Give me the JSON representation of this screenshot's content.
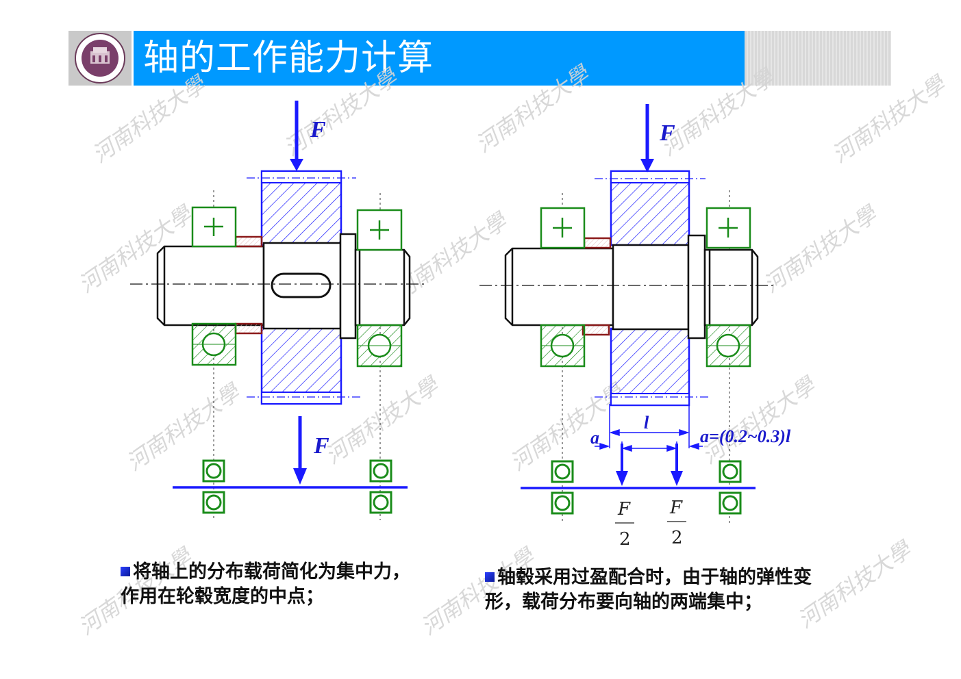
{
  "header": {
    "title": "轴的工作能力计算",
    "logo_icon": "university-seal-icon"
  },
  "watermark_text": "河南科技大學",
  "colors": {
    "title_bar": "#0099ff",
    "force": "#1a1aff",
    "bearing": "#1a8c1a",
    "hub": "#1a1aff",
    "shaft": "#111111",
    "seal": "#8b1a1a"
  },
  "left_figure": {
    "force_top_label": "F",
    "force_bottom_label": "F"
  },
  "right_figure": {
    "force_top_label": "F",
    "dim_l": "l",
    "dim_a_left": "a",
    "dim_a_right": "a=(0.2~0.3)l",
    "half_force_num_left": "F",
    "half_force_den_left": "2",
    "half_force_num_right": "F",
    "half_force_den_right": "2"
  },
  "bullets": {
    "left_line1": "将轴上的分布载荷简化为集中力，",
    "left_line2": "作用在轮毂宽度的中点；",
    "right_line1": "轴毂采用过盈配合时，由于轴的弹性变",
    "right_line2": "形，载荷分布要向轴的两端集中；"
  }
}
